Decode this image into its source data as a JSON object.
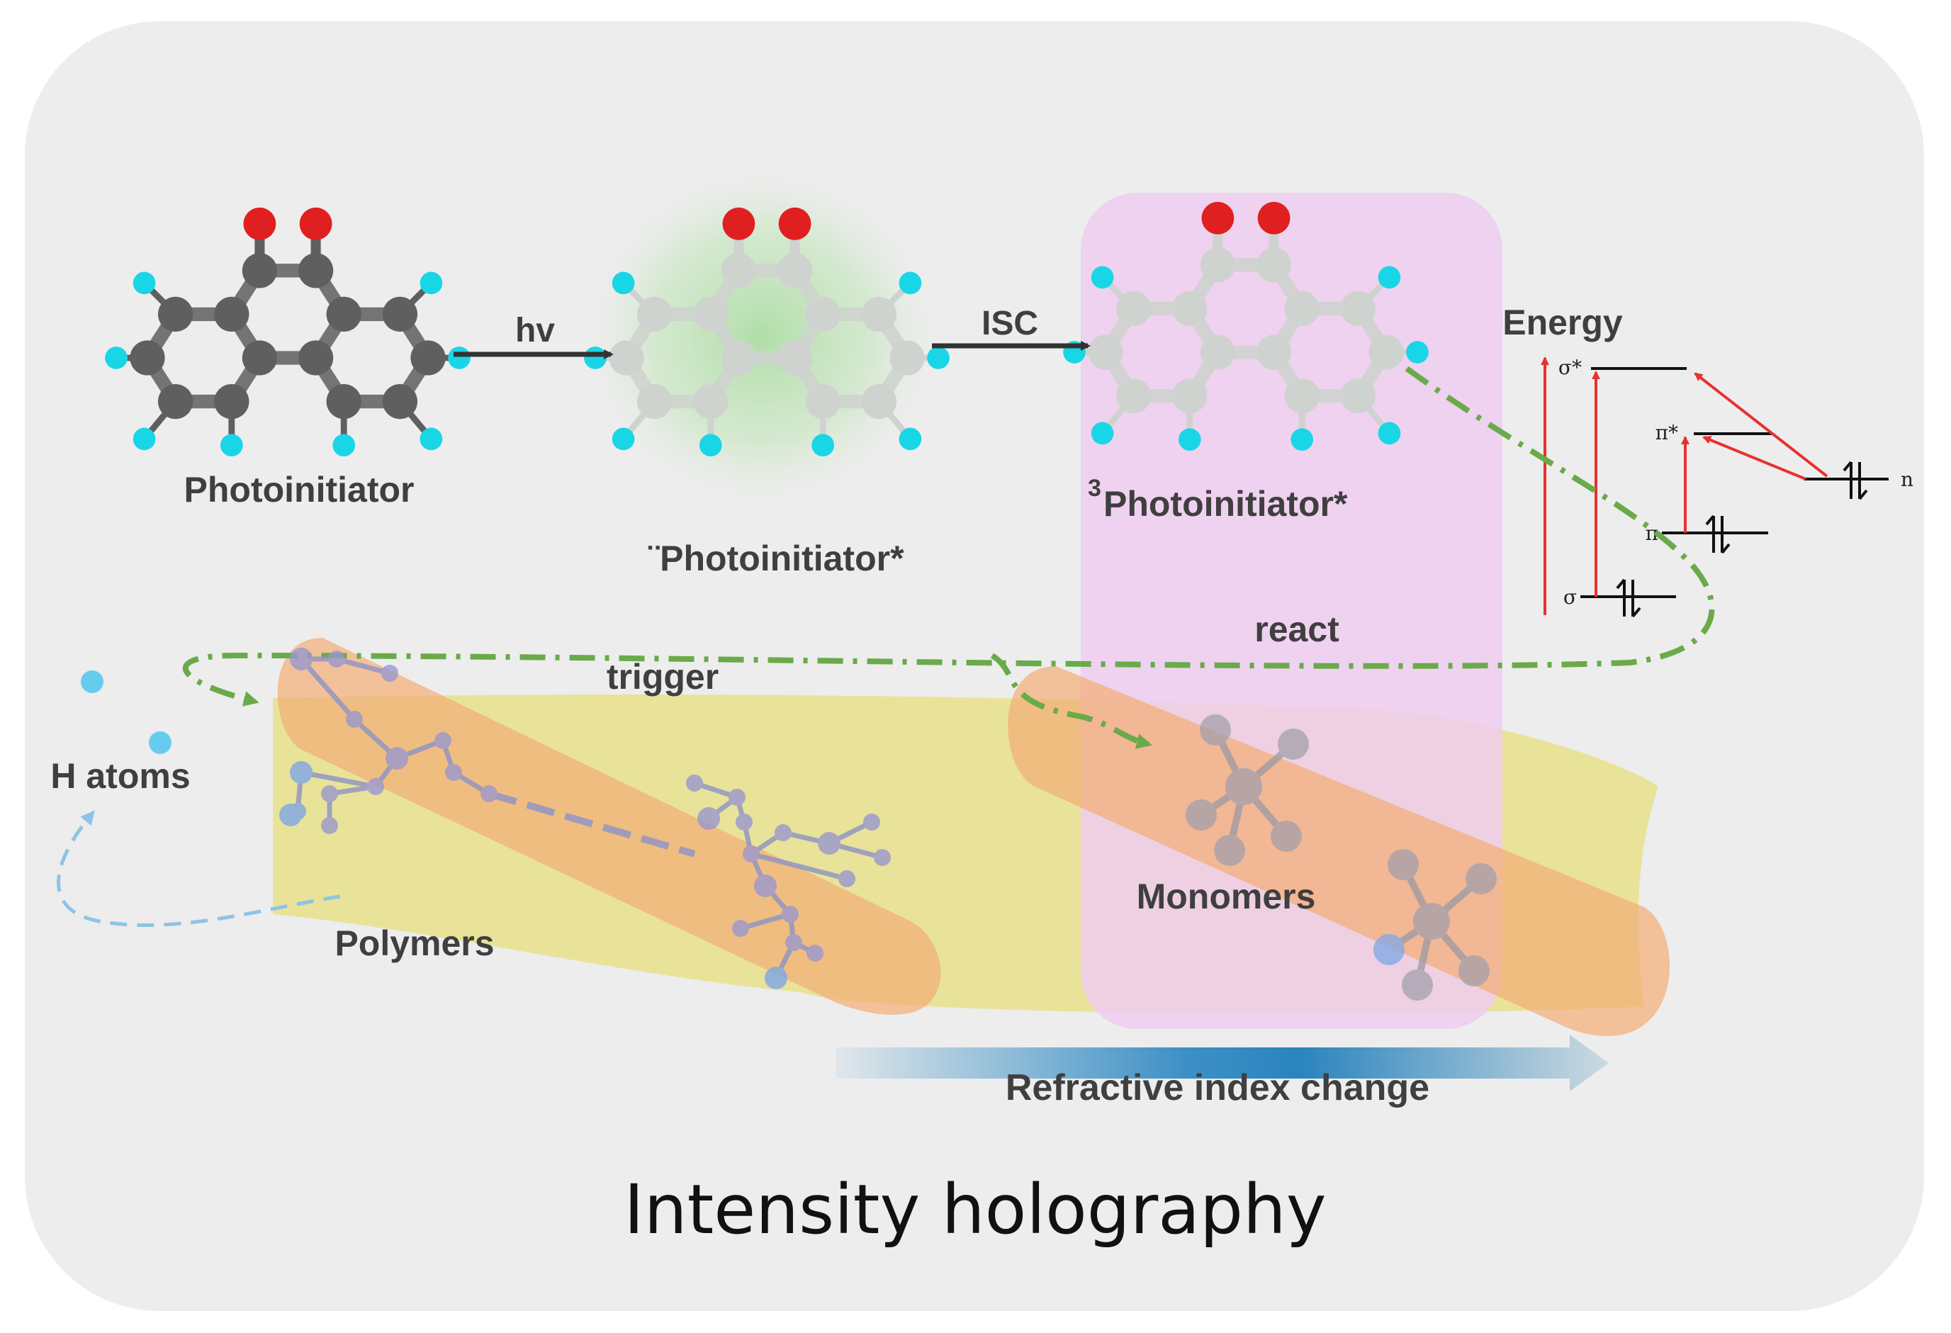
{
  "title": "Intensity holography",
  "labels": {
    "photoinitiator": "Photoinitiator",
    "singlet_photoinitiator": "¨Photoinitiator*",
    "triplet_photoinitiator": "Photoinitiator*",
    "triplet_superscript": "3",
    "hv": "hv",
    "isc": "ISC",
    "energy": "Energy",
    "react": "react",
    "trigger": "trigger",
    "h_atoms": "H atoms",
    "polymers": "Polymers",
    "monomers": "Monomers",
    "refractive_index_change": "Refractive index change"
  },
  "energy_levels": {
    "sigma_star": "σ*",
    "pi_star": "π*",
    "pi": "π",
    "sigma": "σ",
    "n": "n"
  },
  "colors": {
    "background_panel": "#ededed",
    "atom_carbon_dark": "#5f5f5f",
    "atom_carbon_light": "#cfd3cf",
    "atom_oxygen": "#e02020",
    "atom_hydrogen": "#19d6e6",
    "glow_green": "#b8e0b0",
    "pink_box": "#efd6ef",
    "yellow_band": "#e6e08a",
    "orange_band": "#f3ad75",
    "dashed_green": "#6aaa4a",
    "energy_red": "#e83030",
    "refractive_arrow": "#1478b8"
  }
}
